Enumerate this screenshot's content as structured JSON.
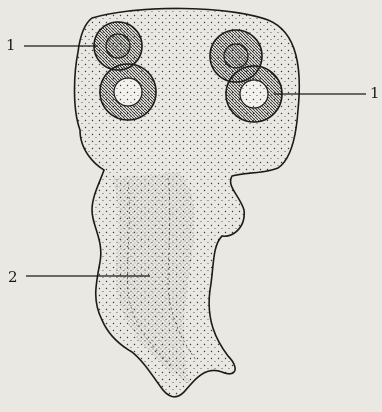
{
  "labels": {
    "sucker_left": "1",
    "sucker_right": "1",
    "neck": "2"
  },
  "colors": {
    "background": "#e9e8e3",
    "ink": "#1b1b1b",
    "stipple": "#3a3a3a"
  }
}
